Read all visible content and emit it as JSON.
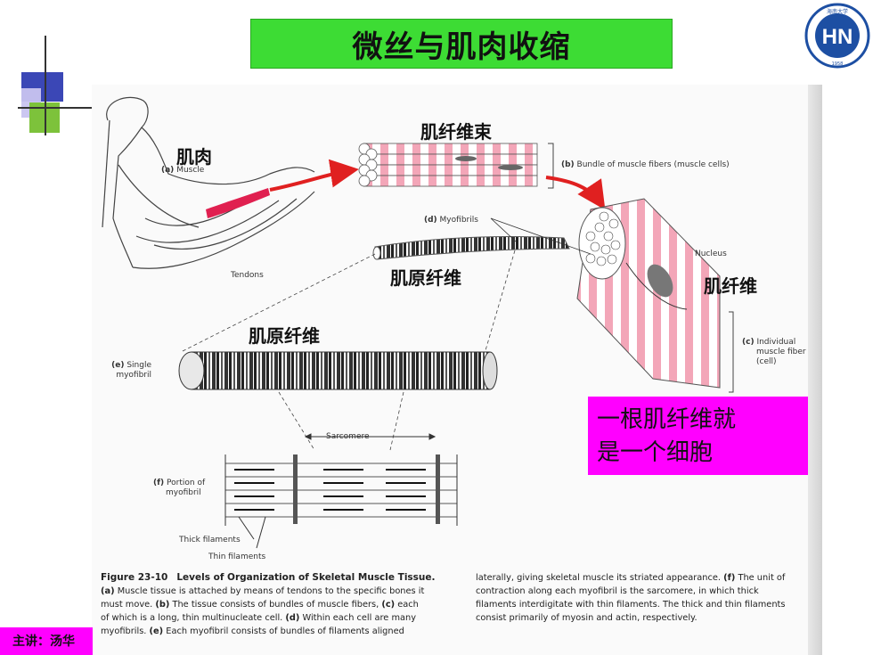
{
  "title": "微丝与肌肉收缩",
  "logo": {
    "initials": "HN",
    "ring_text": "海南大学",
    "ring_text_en": "HAINAN UNIVERSITY",
    "year": "1958"
  },
  "chinese_labels": {
    "muscle": "肌肉",
    "fiber_bundle": "肌纤维束",
    "myofibril_upper": "肌原纤维",
    "muscle_fiber": "肌纤维",
    "myofibril_lower": "肌原纤维"
  },
  "figure_labels": {
    "a_letter": "(a)",
    "a_text": "Muscle",
    "tendons": "Tendons",
    "b_letter": "(b)",
    "b_text": "Bundle of muscle fibers (muscle cells)",
    "d_letter": "(d)",
    "d_text": "Myofibrils",
    "nucleus": "Nucleus",
    "c_letter": "(c)",
    "c_line1": "Individual",
    "c_line2": "muscle fiber",
    "c_line3": "(cell)",
    "e_letter": "(e)",
    "e_line1": "Single",
    "e_line2": "myofibril",
    "sarcomere": "Sarcomere",
    "f_letter": "(f)",
    "f_line1": "Portion of",
    "f_line2": "myofibril",
    "thick": "Thick filaments",
    "thin": "Thin filaments"
  },
  "callout": {
    "line1": "一根肌纤维就",
    "line2": "是一个细胞"
  },
  "caption": {
    "fig_no": "Figure 23-10",
    "fig_title": "Levels of Organization of Skeletal Muscle Tissue.",
    "left_lines": [
      {
        "b": "(a)",
        "t": " Muscle tissue is attached by means of tendons to the specific bones it"
      },
      {
        "b": "",
        "t": "must move. ",
        "b2": "(b)",
        "t2": " The tissue consists of bundles of muscle fibers, ",
        "b3": "(c)",
        "t3": " each"
      },
      {
        "b": "",
        "t": "of which is a long, thin multinucleate cell. ",
        "b2": "(d)",
        "t2": " Within each cell are many"
      },
      {
        "b": "",
        "t": "myofibrils. ",
        "b2": "(e)",
        "t2": " Each myofibril consists of bundles of filaments aligned"
      }
    ],
    "right_lines": [
      {
        "t": "laterally, giving skeletal muscle its striated appearance. ",
        "b": "(f)",
        "t2": " The unit of"
      },
      {
        "t": "contraction along each myofibril is the sarcomere, in which thick"
      },
      {
        "t": "filaments interdigitate with thin filaments. The thick and thin filaments"
      },
      {
        "t": "consist primarily of myosin and actin, respectively."
      }
    ]
  },
  "lecturer": "主讲：汤华",
  "colors": {
    "title_bg": "#3ddc34",
    "callout_bg": "#ff00ff",
    "lecturer_bg": "#ff00ff",
    "fiber_pink": "#f3a6b8",
    "arrow_red": "#e02020"
  }
}
